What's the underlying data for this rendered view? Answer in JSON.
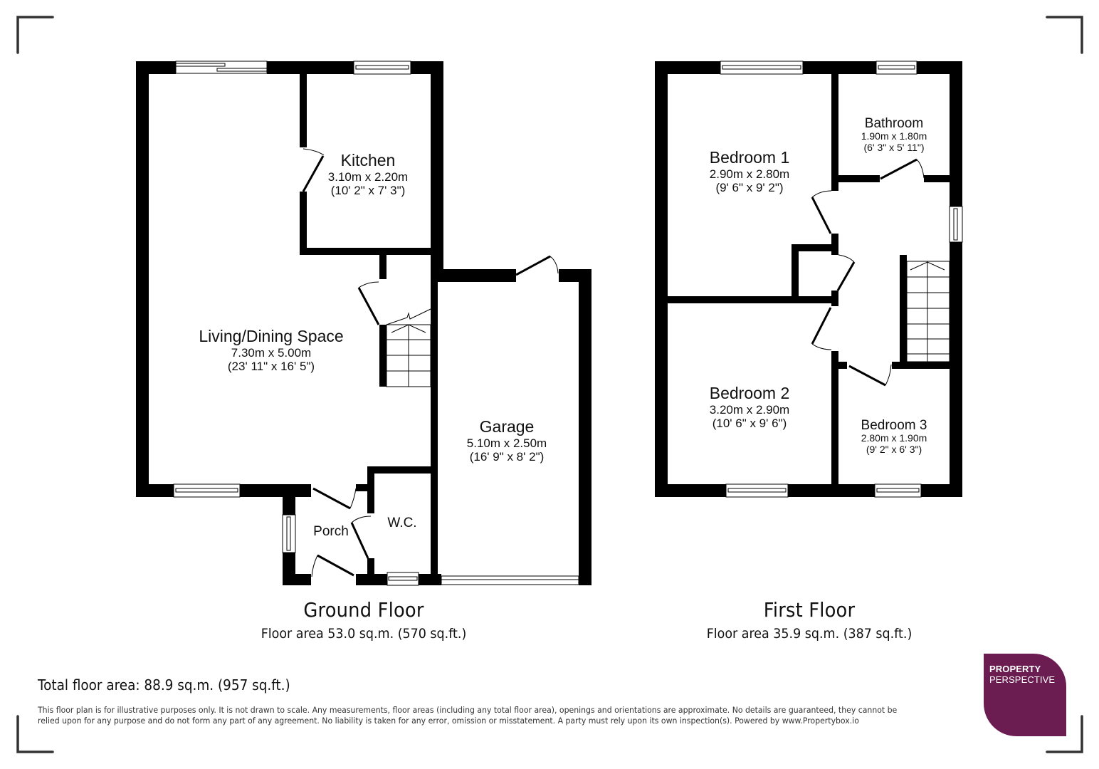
{
  "ground_floor": {
    "title": "Ground Floor",
    "area": "Floor area 53.0 sq.m. (570 sq.ft.)",
    "rooms": [
      {
        "name": "Living/Dining Space",
        "metric": "7.30m x 5.00m",
        "imperial": "(23' 11\" x 16' 5\")"
      },
      {
        "name": "Kitchen",
        "metric": "3.10m x 2.20m",
        "imperial": "(10' 2\" x 7' 3\")"
      },
      {
        "name": "Garage",
        "metric": "5.10m x 2.50m",
        "imperial": "(16' 9\" x 8' 2\")"
      },
      {
        "name": "Porch"
      },
      {
        "name": "W.C."
      }
    ]
  },
  "first_floor": {
    "title": "First Floor",
    "area": "Floor area 35.9 sq.m. (387 sq.ft.)",
    "rooms": [
      {
        "name": "Bedroom 1",
        "metric": "2.90m x 2.80m",
        "imperial": "(9' 6\" x 9' 2\")"
      },
      {
        "name": "Bathroom",
        "metric": "1.90m x 1.80m",
        "imperial": "(6' 3\" x 5' 11\")"
      },
      {
        "name": "Bedroom 2",
        "metric": "3.20m x 2.90m",
        "imperial": "(10' 6\" x 9' 6\")"
      },
      {
        "name": "Bedroom 3",
        "metric": "2.80m x 1.90m",
        "imperial": "(9' 2\" x 6' 3\")"
      }
    ]
  },
  "total_area": "Total floor area: 88.9 sq.m. (957 sq.ft.)",
  "disclaimer": "This floor plan is for illustrative purposes only. It is not drawn to scale. Any measurements, floor areas (including any total floor area), openings and orientations are approximate. No details are guaranteed, they cannot be relied upon for any purpose and do not form any part of any agreement. No liability is taken for any error, omission or misstatement. A party must rely upon its own inspection(s). Powered by www.Propertybox.io",
  "logo": {
    "line1": "PROPERTY",
    "line2": "PERSPECTIVE",
    "color": "#6b1d52"
  },
  "colors": {
    "wall": "#000000",
    "crop_marks": "#333333",
    "background": "#ffffff"
  }
}
